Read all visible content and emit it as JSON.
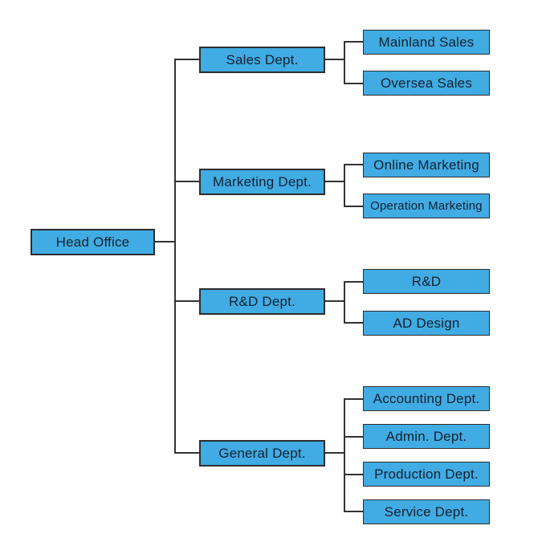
{
  "diagram": {
    "type": "org-chart",
    "root": {
      "label": "Head Office"
    },
    "branches": [
      {
        "label": "Sales Dept.",
        "children": [
          {
            "label": "Mainland Sales"
          },
          {
            "label": "Oversea Sales"
          }
        ]
      },
      {
        "label": "Marketing Dept.",
        "children": [
          {
            "label": "Online Marketing"
          },
          {
            "label": "Operation Marketing"
          }
        ]
      },
      {
        "label": "R&D Dept.",
        "children": [
          {
            "label": "R&D"
          },
          {
            "label": "AD Design"
          }
        ]
      },
      {
        "label": "General Dept.",
        "children": [
          {
            "label": "Accounting Dept."
          },
          {
            "label": "Admin. Dept."
          },
          {
            "label": "Production Dept."
          },
          {
            "label": "Service Dept."
          }
        ]
      }
    ],
    "colors": {
      "node_fill": "#41abe3",
      "node_border": "#2d2d2d",
      "connector": "#333333",
      "text": "#13222f",
      "background": "#ffffff"
    }
  }
}
